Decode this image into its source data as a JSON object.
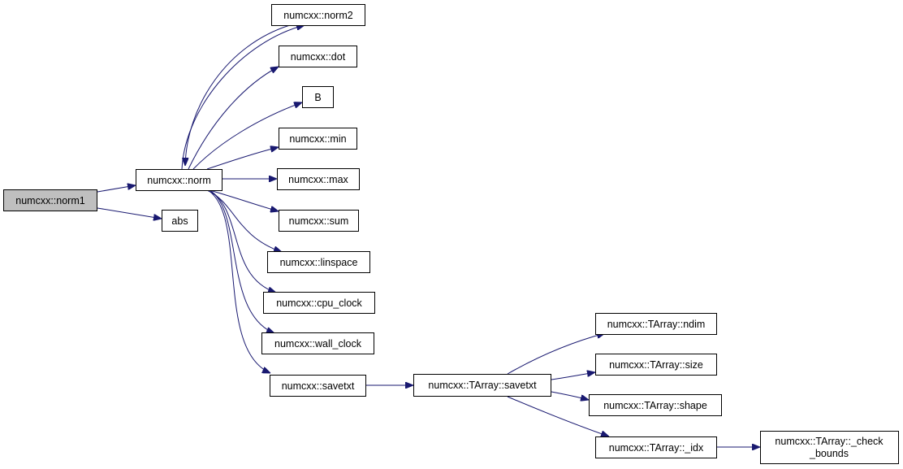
{
  "graph": {
    "nodes": {
      "norm1": "numcxx::norm1",
      "norm": "numcxx::norm",
      "abs": "abs",
      "norm2": "numcxx::norm2",
      "dot": "numcxx::dot",
      "B": "B",
      "min": "numcxx::min",
      "max": "numcxx::max",
      "sum": "numcxx::sum",
      "linspace": "numcxx::linspace",
      "cpu_clock": "numcxx::cpu_clock",
      "wall_clock": "numcxx::wall_clock",
      "savetxt": "numcxx::savetxt",
      "tarray_savetxt": "numcxx::TArray::savetxt",
      "tarray_ndim": "numcxx::TArray::ndim",
      "tarray_size": "numcxx::TArray::size",
      "tarray_shape": "numcxx::TArray::shape",
      "tarray_idx": "numcxx::TArray::_idx",
      "tarray_check_bounds_line1": "numcxx::TArray::_check",
      "tarray_check_bounds_line2": "_bounds"
    },
    "edges": [
      [
        "norm1",
        "norm"
      ],
      [
        "norm1",
        "abs"
      ],
      [
        "norm",
        "norm2"
      ],
      [
        "norm",
        "dot"
      ],
      [
        "norm",
        "B"
      ],
      [
        "norm",
        "min"
      ],
      [
        "norm",
        "max"
      ],
      [
        "norm",
        "sum"
      ],
      [
        "norm",
        "linspace"
      ],
      [
        "norm",
        "cpu_clock"
      ],
      [
        "norm",
        "wall_clock"
      ],
      [
        "norm",
        "savetxt"
      ],
      [
        "norm2",
        "norm"
      ],
      [
        "savetxt",
        "tarray_savetxt"
      ],
      [
        "tarray_savetxt",
        "tarray_ndim"
      ],
      [
        "tarray_savetxt",
        "tarray_size"
      ],
      [
        "tarray_savetxt",
        "tarray_shape"
      ],
      [
        "tarray_savetxt",
        "tarray_idx"
      ],
      [
        "tarray_idx",
        "tarray_check_bounds"
      ]
    ],
    "colors": {
      "edge": "#191970",
      "root_fill": "#bfbfbf",
      "node_fill": "#ffffff",
      "border": "#000000"
    }
  }
}
